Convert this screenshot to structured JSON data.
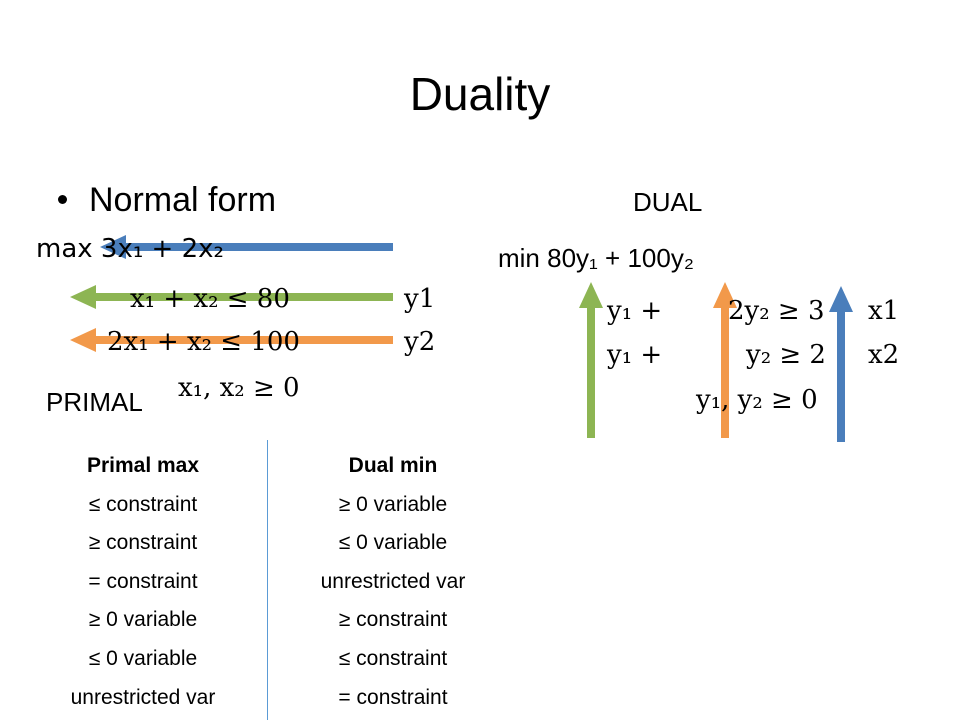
{
  "slide": {
    "title": "Duality",
    "bullet": "Normal form"
  },
  "primal": {
    "label": "PRIMAL",
    "objective": "max 3x₁ + 2x₂",
    "constraint1": {
      "lhs": "x₁ +   x₂ ≤ 80",
      "dual_var": "y1"
    },
    "constraint2": {
      "lhs": "2x₁ +   x₂ ≤ 100",
      "dual_var": "y2"
    },
    "nonneg": "x₁, x₂ ≥ 0"
  },
  "dual": {
    "label": "DUAL",
    "objective": "min 80y₁ + 100y₂",
    "row1": {
      "left": "y₁ +",
      "right": "2y₂ ≥ 3",
      "primal_var": "x1"
    },
    "row2": {
      "left": "y₁ +",
      "right": "y₂ ≥ 2",
      "primal_var": "x2"
    },
    "nonneg": "y₁, y₂ ≥ 0"
  },
  "colors": {
    "blue": "#4a7ebb",
    "green": "#8db553",
    "orange": "#f2994a",
    "divider": "#5b9bd5"
  },
  "correspondence": {
    "primal_header": "Primal max",
    "dual_header": "Dual min",
    "primal_rows": [
      "≤ constraint",
      "≥ constraint",
      "= constraint",
      "≥ 0 variable",
      "≤ 0 variable",
      "unrestricted var"
    ],
    "dual_rows": [
      "≥ 0 variable",
      "≤ 0 variable",
      "unrestricted var",
      "≥ constraint",
      "≤ constraint",
      "= constraint"
    ]
  }
}
